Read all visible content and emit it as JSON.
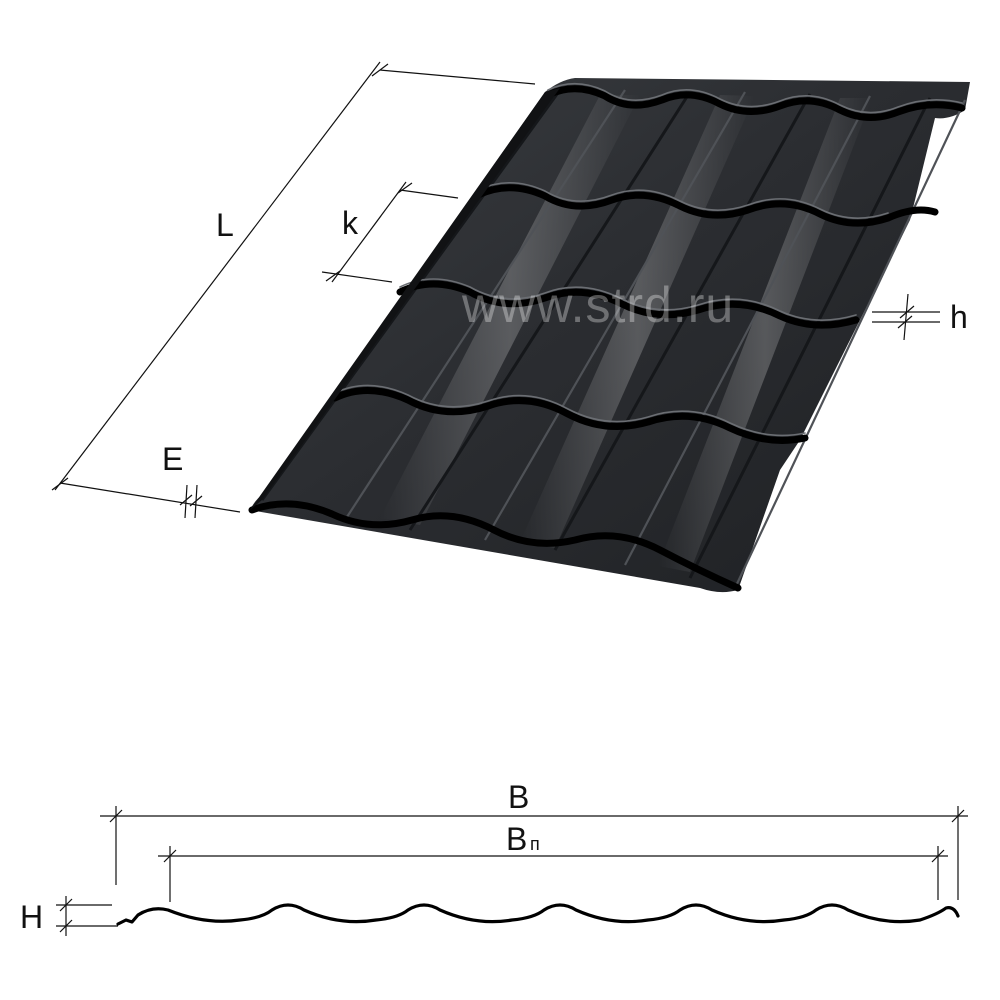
{
  "watermark": "www.strd.ru",
  "labels": {
    "length": "L",
    "step": "k",
    "edge": "E",
    "step_height": "h",
    "total_width": "B",
    "useful_width_main": "B",
    "useful_width_sub": "п",
    "profile_height": "H"
  },
  "colors": {
    "sheet": "#2e3034",
    "sheet_dark": "#1c1e21",
    "highlight": "#8a8d92",
    "lines": "#111111"
  }
}
